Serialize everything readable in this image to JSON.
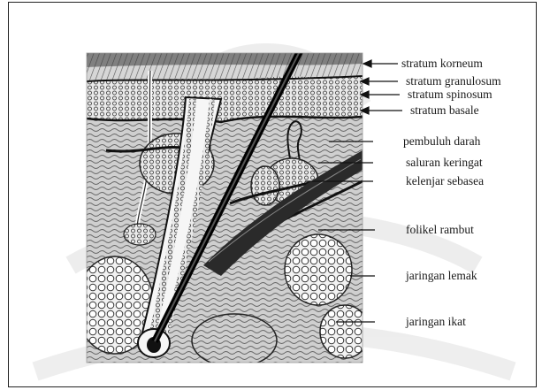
{
  "diagram": {
    "labels": {
      "stratum_korneum": "stratum korneum",
      "stratum_granulosum": "stratum granulosum",
      "stratum_spinosum": "stratum spinosum",
      "stratum_basale": "stratum basale",
      "pembuluh_darah": "pembuluh darah",
      "saluran_keringat": "saluran keringat",
      "kelenjar_sebasea": "kelenjar sebasea",
      "folikel_rambut": "folikel rambut",
      "jaringan_lemak": "jaringan lemak",
      "jaringan_ikat": "jaringan ikat"
    }
  }
}
